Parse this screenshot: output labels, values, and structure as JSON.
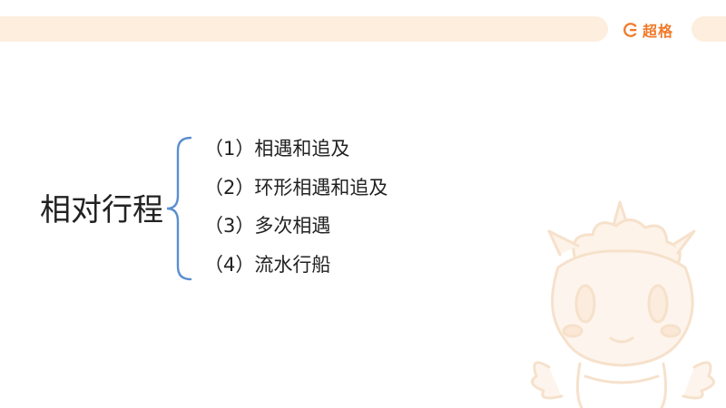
{
  "logo": {
    "icon": "c-logo-icon",
    "text": "超格",
    "color": "#f07a2a"
  },
  "main": {
    "title": "相对行程",
    "items": [
      {
        "label": "（1）相遇和追及"
      },
      {
        "label": "（2）环形相遇和追及"
      },
      {
        "label": "（3）多次相遇"
      },
      {
        "label": "（4）流水行船"
      }
    ]
  },
  "colors": {
    "header_band": "#fdeedd",
    "brace": "#5b8fd0",
    "mascot": "#fbe9d8"
  }
}
